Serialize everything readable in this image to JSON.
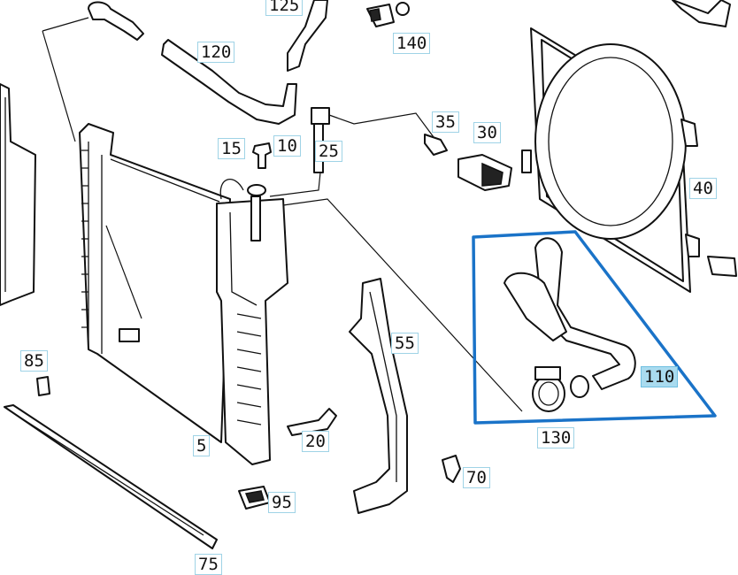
{
  "diagram": {
    "callouts": {
      "c125_top": "125",
      "c140": "140",
      "c120": "120",
      "c35": "35",
      "c30": "30",
      "c15": "15",
      "c10": "10",
      "c25": "25",
      "c40": "40",
      "c85": "85",
      "c55": "55",
      "c110": "110",
      "c130": "130",
      "c5": "5",
      "c20": "20",
      "c70": "70",
      "c95": "95",
      "c75": "75"
    },
    "selected_callout": "110",
    "highlight_color": "#1a73c8"
  }
}
